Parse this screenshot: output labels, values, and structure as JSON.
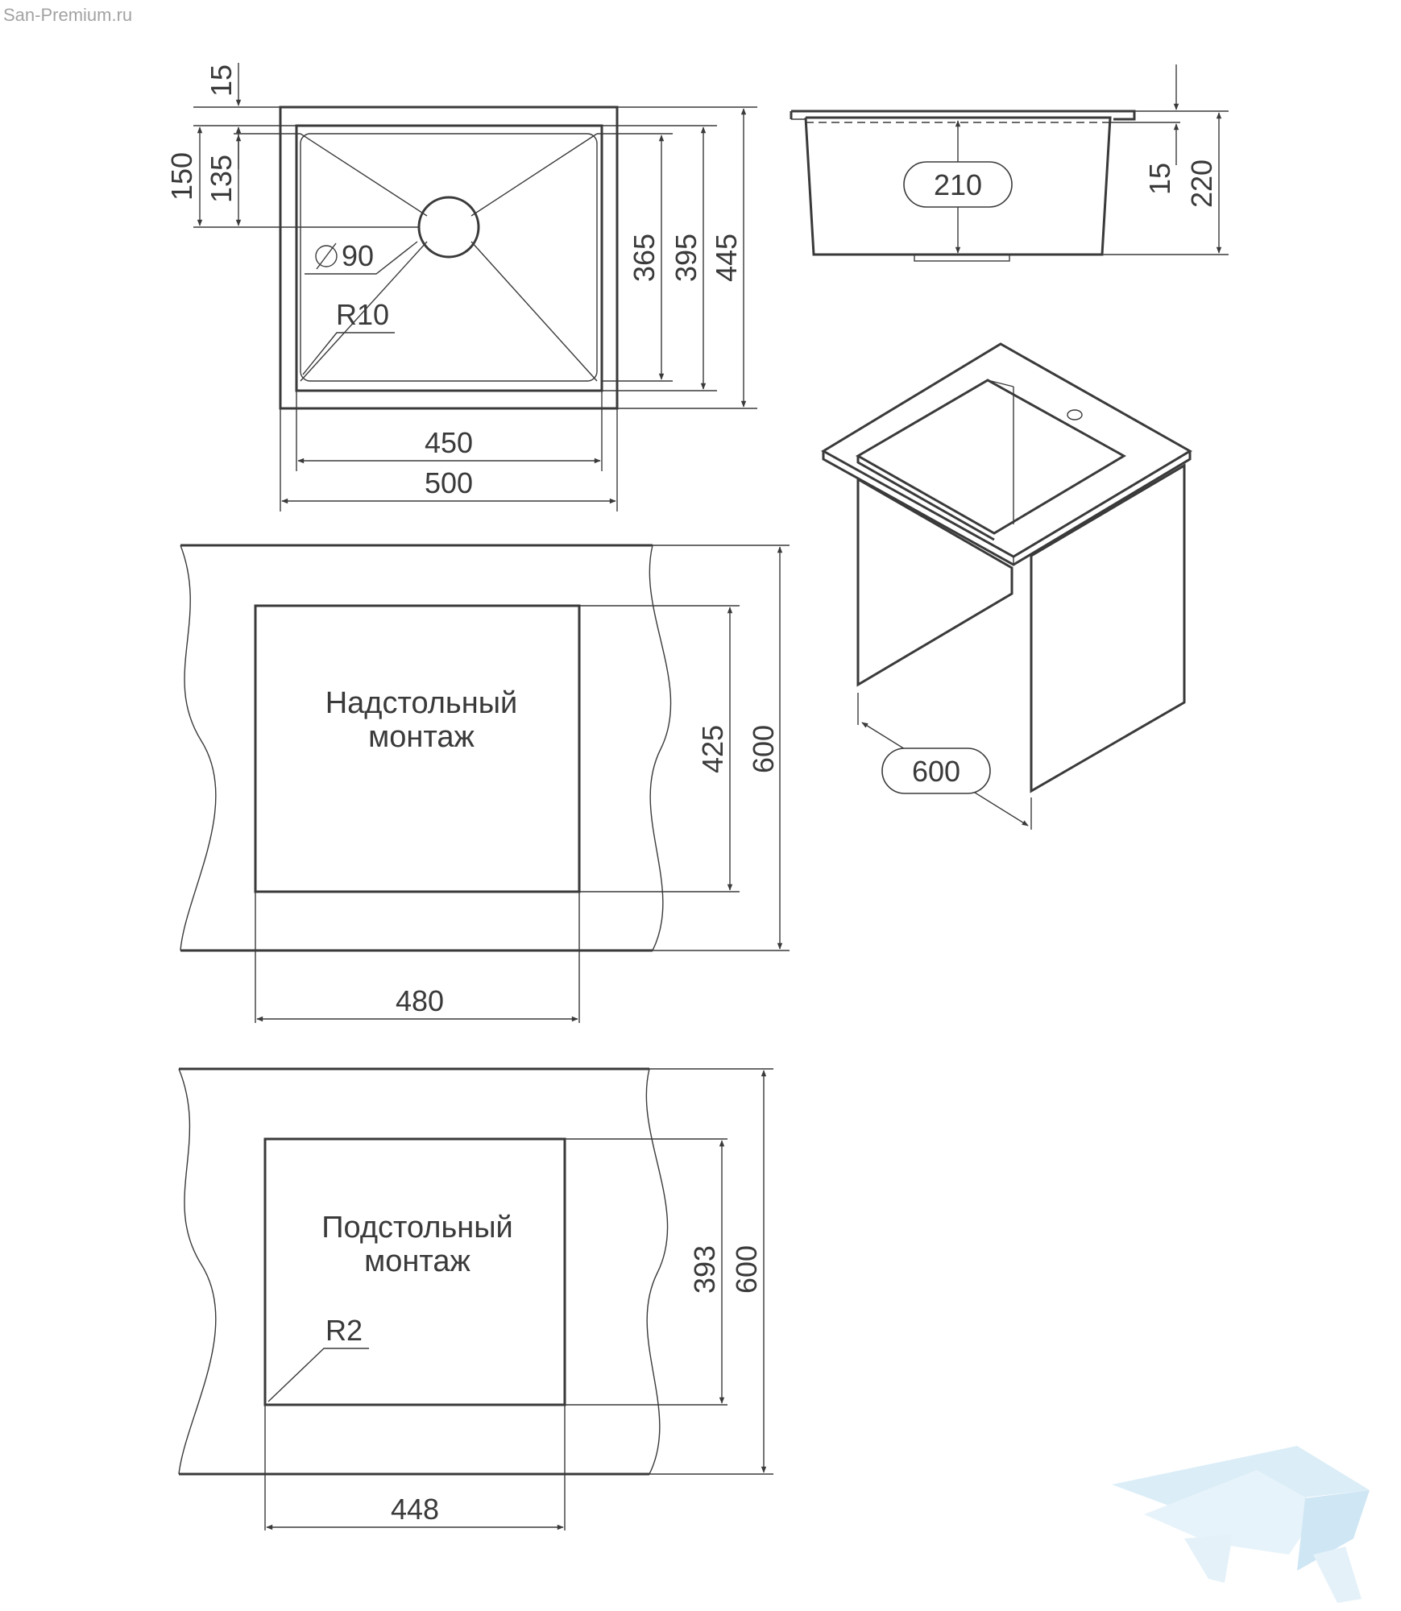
{
  "watermark": "San-Premium.ru",
  "top_view": {
    "dims": {
      "w_inner": "450",
      "w_outer": "500",
      "h_365": "365",
      "h_395": "395",
      "h_445": "445",
      "d_15": "15",
      "d_150": "150",
      "d_135": "135",
      "drain_dia": "90",
      "corner_radius": "R10"
    }
  },
  "side_view": {
    "dims": {
      "depth_inner": "210",
      "rim": "15",
      "height": "220"
    }
  },
  "iso_view": {
    "dims": {
      "cabinet_width": "600"
    }
  },
  "overmount": {
    "label_line1": "Надстольный",
    "label_line2": "монтаж",
    "dims": {
      "cut_width": "480",
      "cut_height": "425",
      "cabinet_depth": "600"
    }
  },
  "undermount": {
    "label_line1": "Подстольный",
    "label_line2": "монтаж",
    "dims": {
      "cut_width": "448",
      "cut_height": "393",
      "cabinet_depth": "600",
      "corner_radius": "R2"
    }
  },
  "colors": {
    "line": "#3a3a3a",
    "watermark_text": "#a3a3a3",
    "logo": "#bfe0f2"
  }
}
